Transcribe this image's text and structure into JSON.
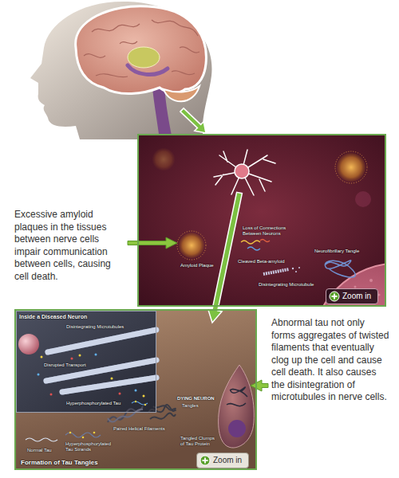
{
  "diagram": {
    "nodes": [
      {
        "text": [
          "Loss of Connections Between Neurons",
          "Amyloid Plaque",
          "Cleaved Beta-amyloid",
          "Neurofibrillary Tangle",
          "Disintegrating Microtubule"
        ]
      },
      {
        "text": [
          "Zoom in"
        ],
        "in": 0
      },
      {
        "text": [
          "DYING NEURON",
          "Tangles",
          "Paired Helical Filaments",
          "Tangled Clumps of Tau Protein",
          "Normal Tau",
          "Hyperphosphorylated Tau Strands",
          "Formation of Tau Tangles"
        ]
      },
      {
        "text": [
          "Inside a Diseased Neuron",
          "Disintegrating Microtubules",
          "Disrupted Transport",
          "Hyperphosphorylated Tau"
        ],
        "in": 2
      },
      {
        "text": [
          "Zoom in"
        ],
        "in": 2
      }
    ],
    "labels": [
      "Excessive amyloid plaques in the tissues between nerve cells impair communication between cells, causing cell death.",
      "Abnormal tau not only forms aggregates of twisted filaments that eventually clog up the cell and cause cell death. It also causes the disintegration of microtubules in nerve cells."
    ]
  }
}
